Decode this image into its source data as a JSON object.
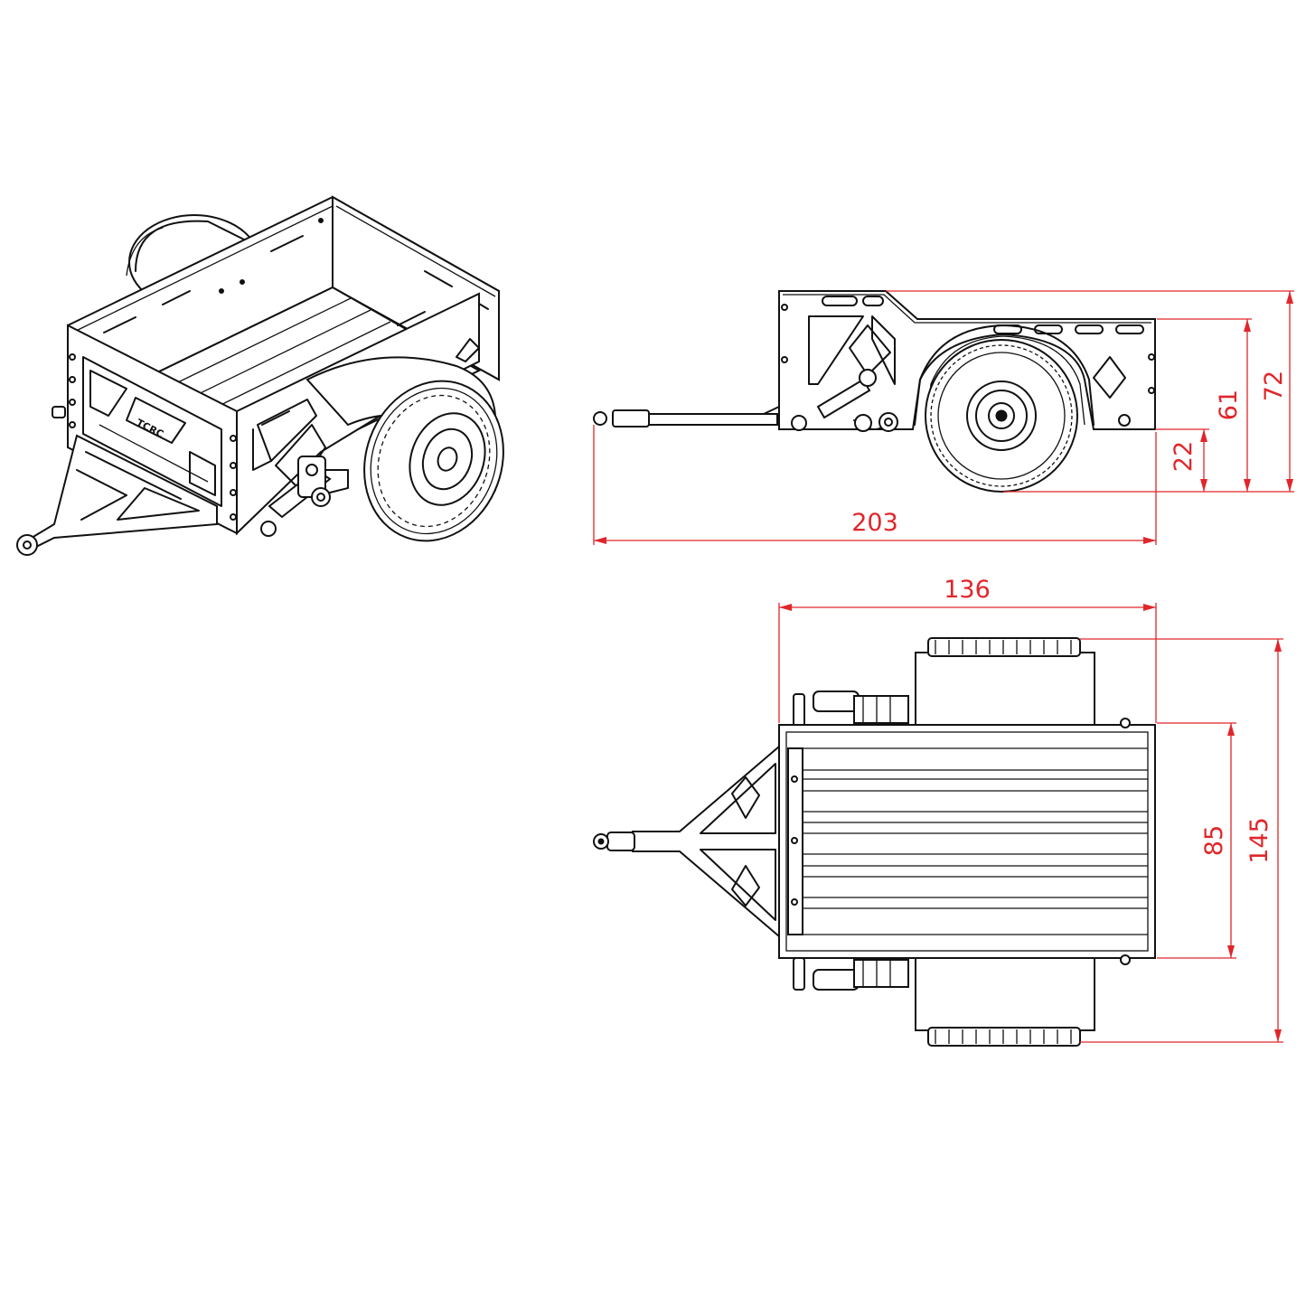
{
  "logo_text": "TCRC",
  "colors": {
    "line": "#111111",
    "dimension": "#e0262a",
    "background": "#ffffff"
  },
  "dimensions": {
    "side_length": "203",
    "side_height_total": "72",
    "side_height_box": "61",
    "side_ground_clearance": "22",
    "top_box_width": "136",
    "top_box_depth": "85",
    "top_total_width": "145"
  }
}
